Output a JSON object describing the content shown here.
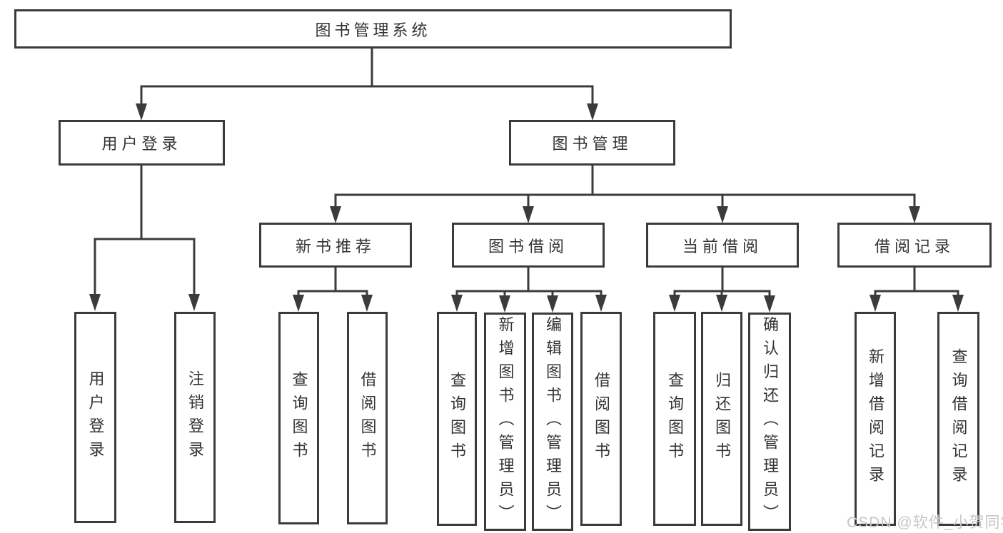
{
  "diagram": {
    "root": {
      "label": "图书管理系统"
    },
    "branches": [
      {
        "label": "用户登录",
        "children": [
          {
            "label": "用户登录"
          },
          {
            "label": "注销登录"
          }
        ]
      },
      {
        "label": "图书管理",
        "children": [
          {
            "label": "新书推荐",
            "children": [
              {
                "label": "查询图书"
              },
              {
                "label": "借阅图书"
              }
            ]
          },
          {
            "label": "图书借阅",
            "children": [
              {
                "label": "查询图书"
              },
              {
                "label": "新增图书（管理员）"
              },
              {
                "label": "编辑图书（管理员）"
              },
              {
                "label": "借阅图书"
              }
            ]
          },
          {
            "label": "当前借阅",
            "children": [
              {
                "label": "查询图书"
              },
              {
                "label": "归还图书"
              },
              {
                "label": "确认归还（管理员）"
              }
            ]
          },
          {
            "label": "借阅记录",
            "children": [
              {
                "label": "新增借阅记录"
              },
              {
                "label": "查询借阅记录"
              }
            ]
          }
        ]
      }
    ],
    "watermark": "CSDN @软件_小贺同学",
    "colors": {
      "line": "#3b3b3b",
      "text": "#333333",
      "background": "#ffffff",
      "watermark": "#c6c6c6"
    }
  }
}
